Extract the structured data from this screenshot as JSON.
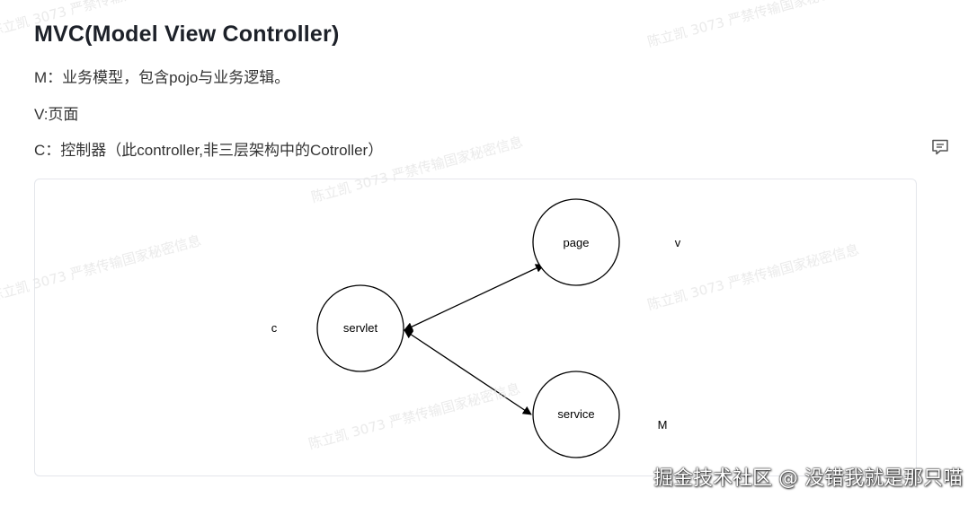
{
  "heading": "MVC(Model View Controller)",
  "lines": [
    "M：业务模型，包含pojo与业务逻辑。",
    "V:页面",
    "C：控制器（此controller,非三层架构中的Cotroller）"
  ],
  "comment_icon": "comment-icon",
  "diagram": {
    "nodes": {
      "page": "page",
      "servlet": "servlet",
      "service": "service"
    },
    "side_labels": {
      "v": "v",
      "c": "c",
      "m": "M"
    }
  },
  "watermark_text": "陈立凯 3073 严禁传输国家秘密信息",
  "footer_mark": "掘金技术社区 @ 没错我就是那只喵",
  "colors": {
    "text": "#333333",
    "title": "#1d2129",
    "border": "#e4e6eb",
    "watermark": "#e6e6e6"
  }
}
